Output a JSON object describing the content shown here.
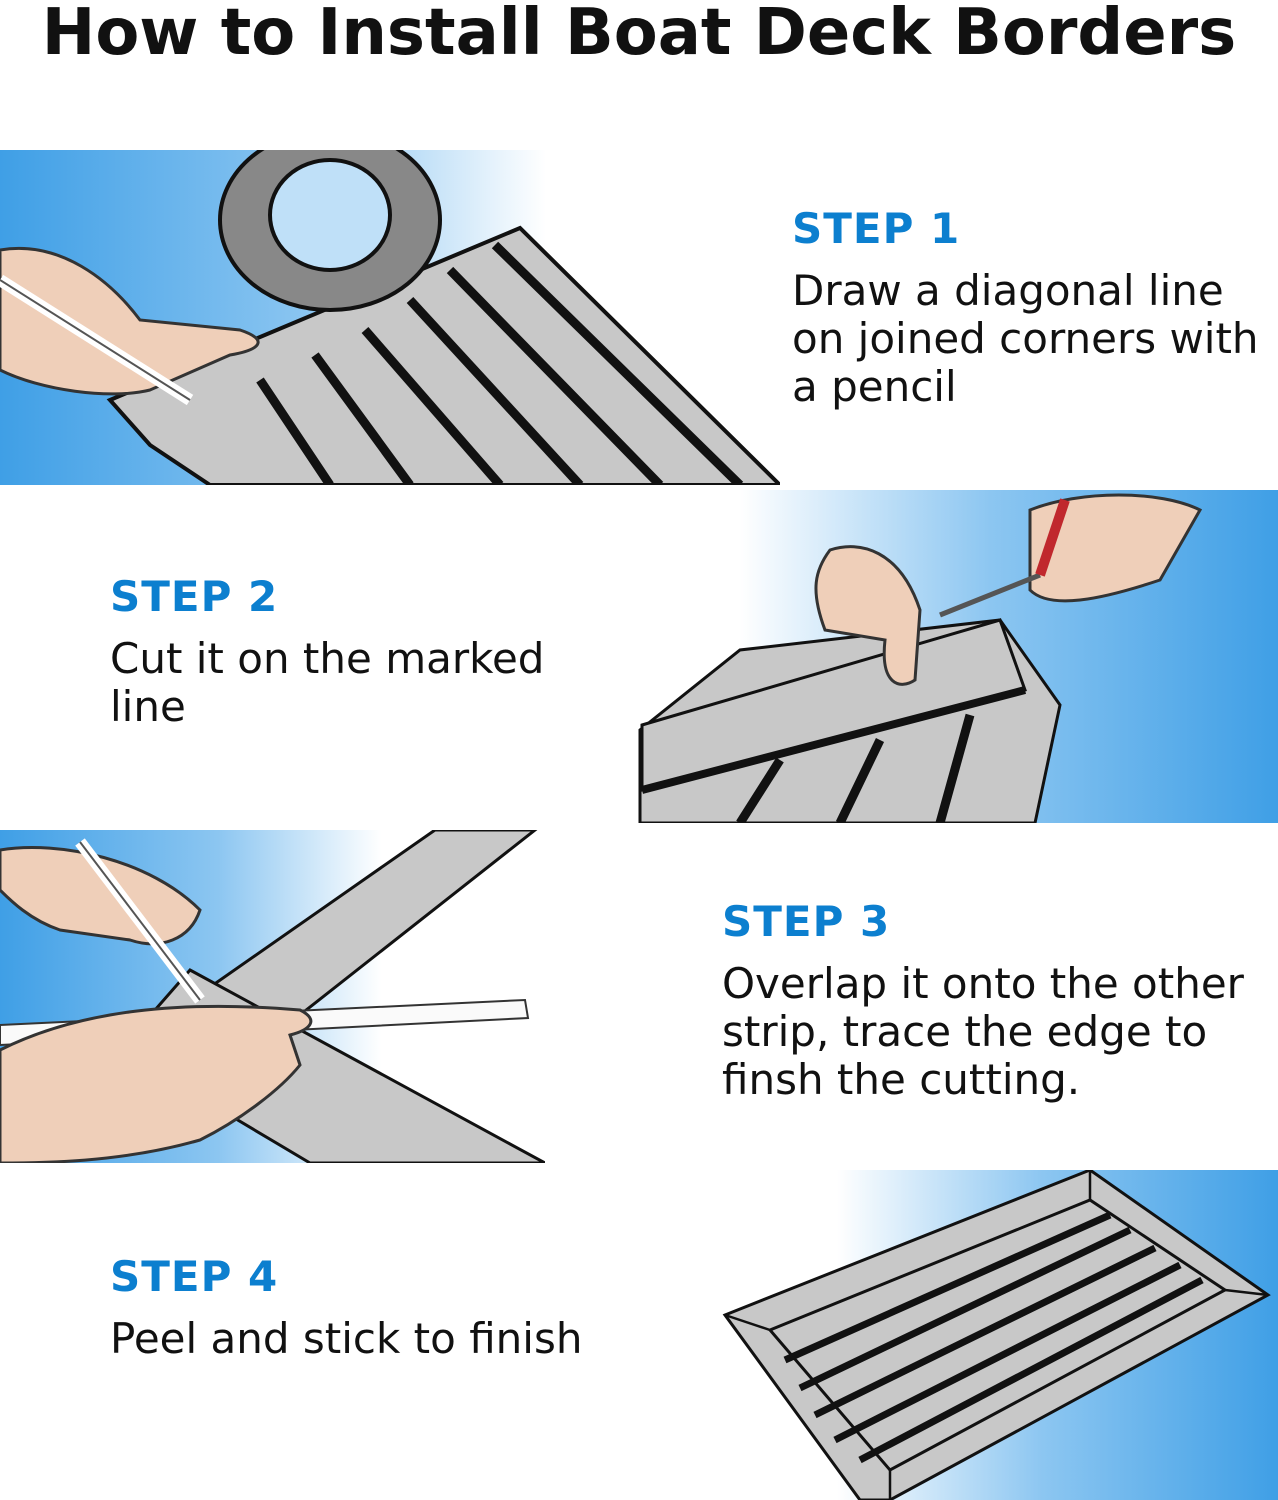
{
  "title": "How to Install Boat Deck Borders",
  "steps": [
    {
      "heading": "STEP 1",
      "text": "Draw a diagonal line on joined corners with a pencil"
    },
    {
      "heading": "STEP 2",
      "text": "Cut it on the marked line"
    },
    {
      "heading": "STEP 3",
      "text": "Overlap it onto the other strip, trace the edge to finsh the cutting."
    },
    {
      "heading": "STEP 4",
      "text": "Peel and stick to finish"
    }
  ],
  "colors": {
    "accent": "#0c7fcf",
    "deck": "#c8c8c8",
    "groove": "#111111",
    "background_blue": "#3f9fe6"
  }
}
